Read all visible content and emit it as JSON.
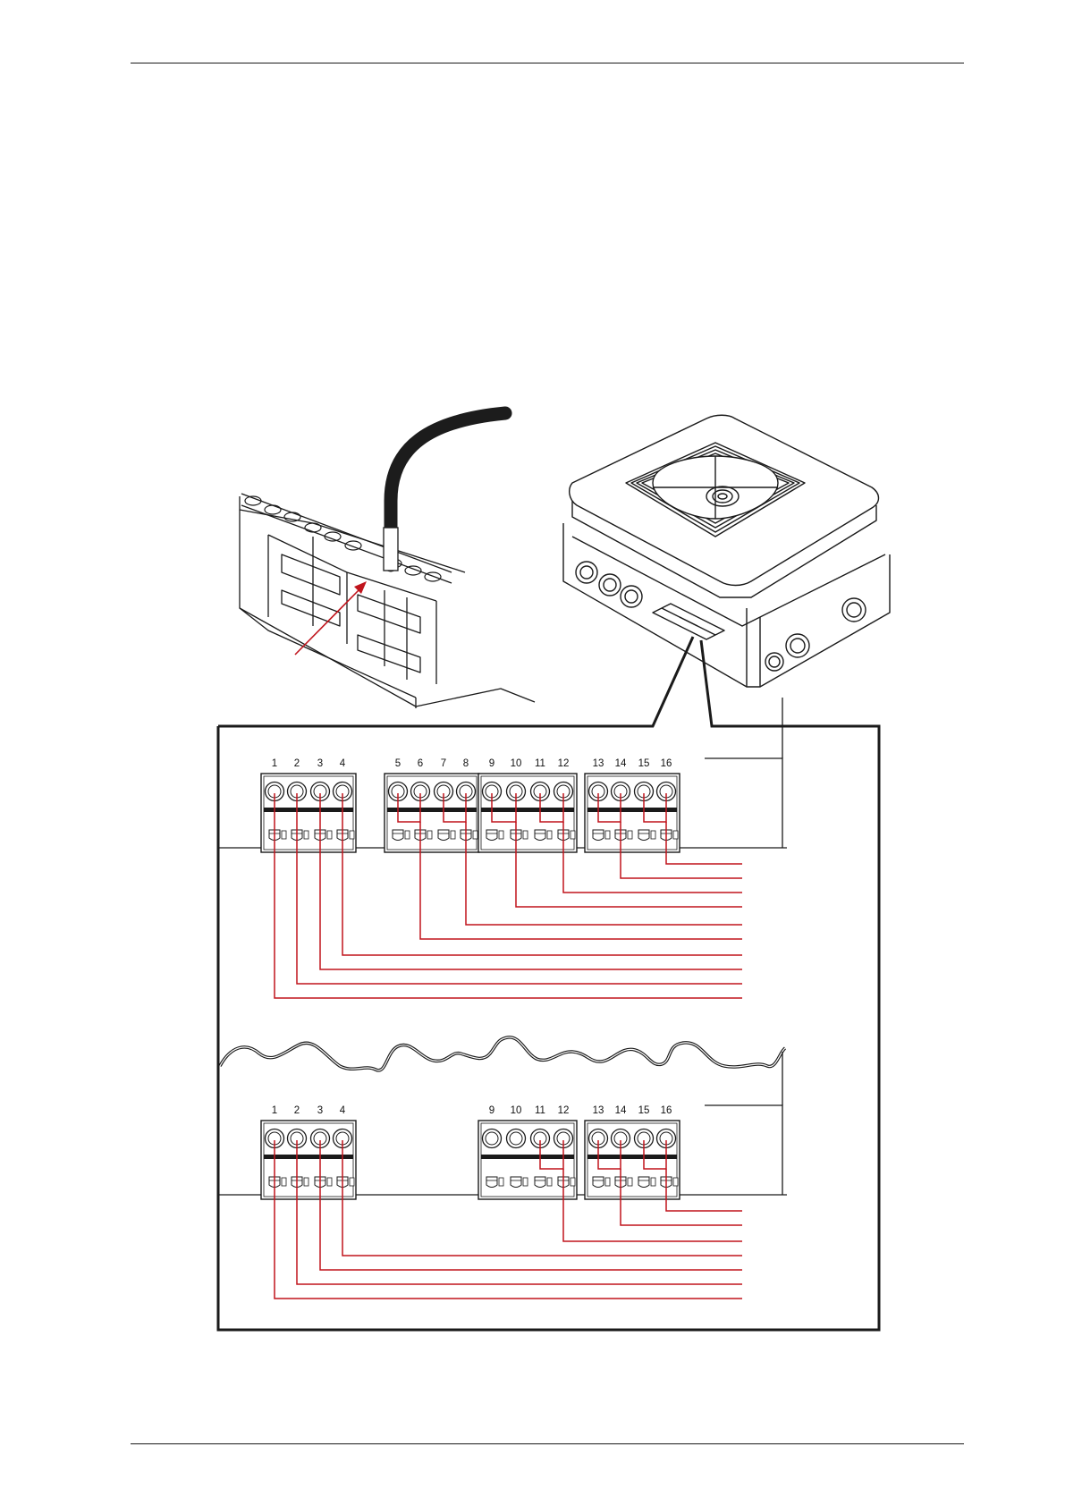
{
  "colors": {
    "wire": "#c0141c",
    "line": "#1a1a1a",
    "cable": "#1c1c1c"
  },
  "icons": {
    "terminal_block": "terminal-block-icon",
    "device": "controller-device-icon",
    "cable": "probe-cable-icon",
    "pointer": "red-arrow-icon"
  },
  "upper_panel": {
    "terminal_labels": [
      "1",
      "2",
      "3",
      "4",
      "5",
      "6",
      "7",
      "8",
      "9",
      "10",
      "11",
      "12",
      "13",
      "14",
      "15",
      "16"
    ]
  },
  "lower_panel": {
    "terminal_labels": [
      "1",
      "2",
      "3",
      "4",
      "9",
      "10",
      "11",
      "12",
      "13",
      "14",
      "15",
      "16"
    ]
  }
}
